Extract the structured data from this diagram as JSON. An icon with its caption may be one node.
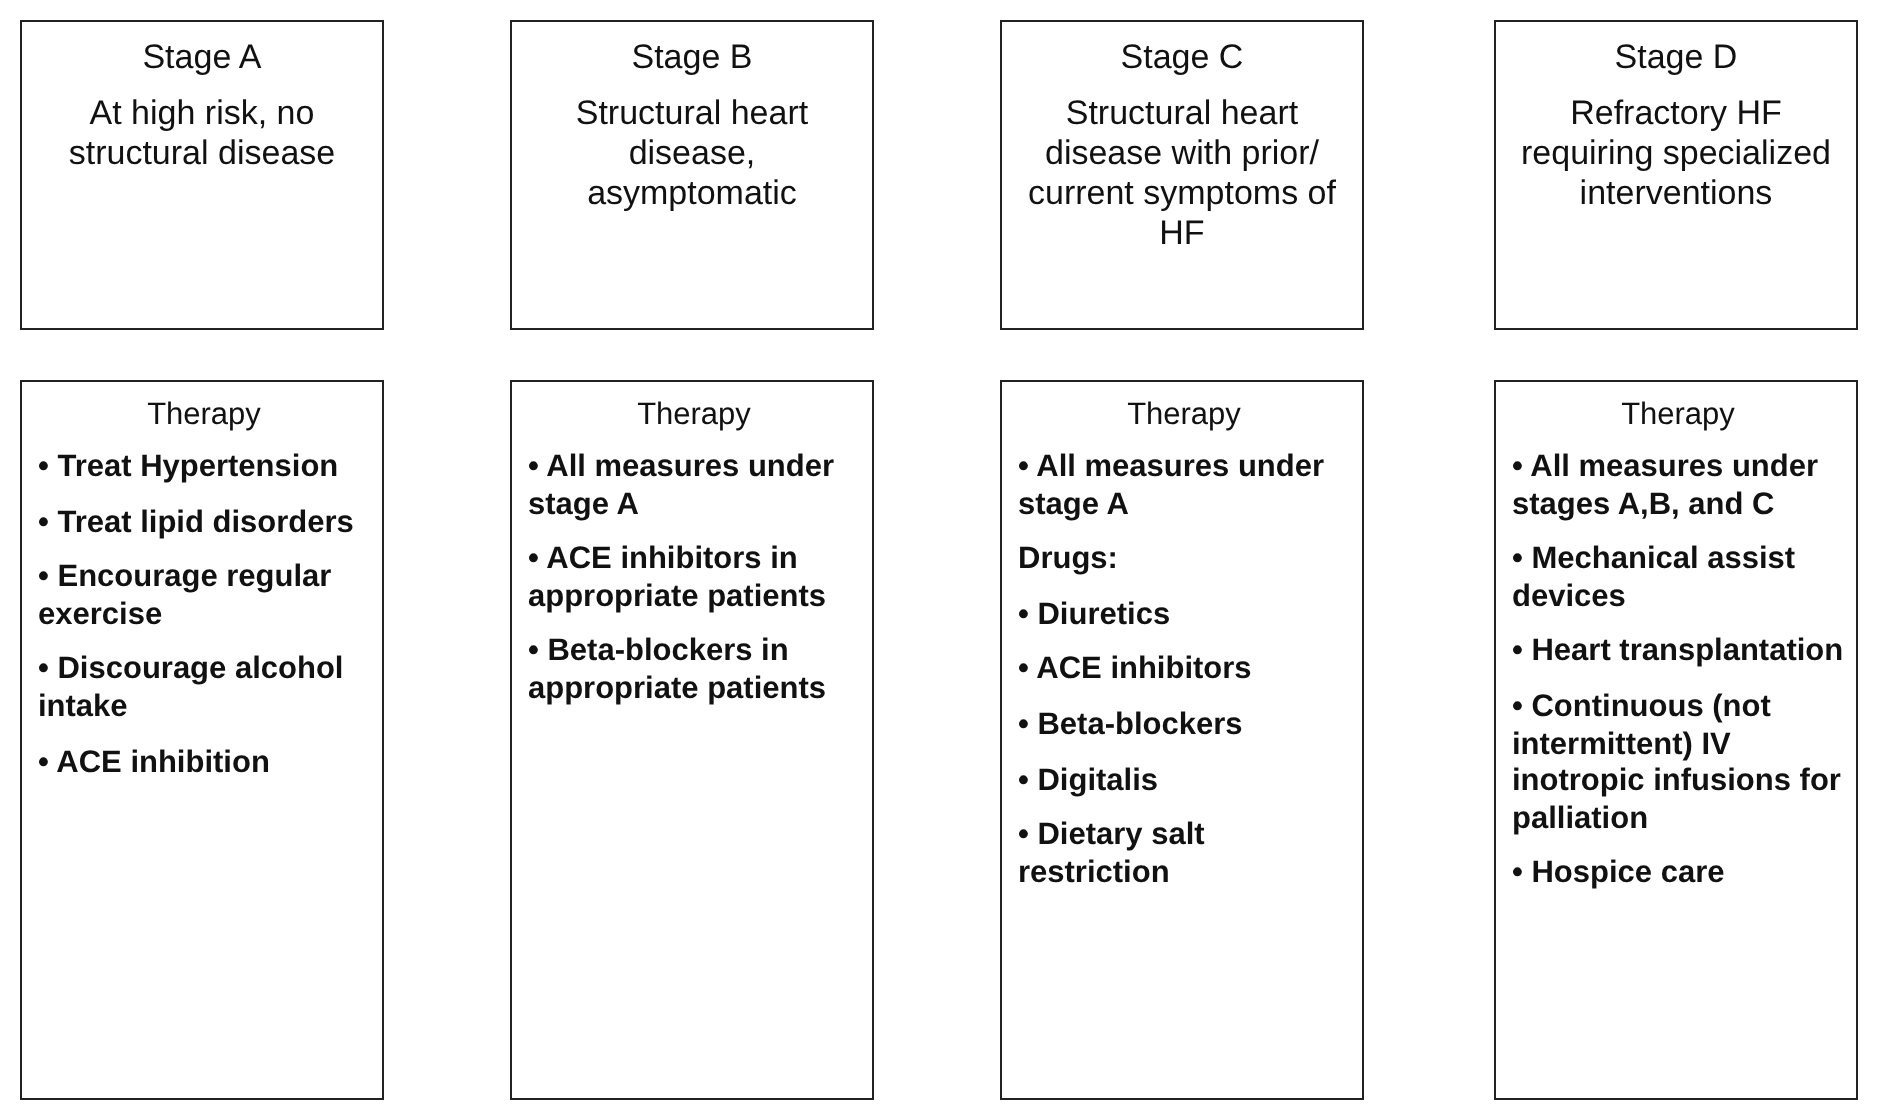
{
  "diagram": {
    "nodes": [
      {
        "text": [
          "Stage A",
          "At high risk, no structural disease"
        ]
      },
      {
        "text": [
          "Stage B",
          "Structural heart disease, asymptomatic"
        ]
      },
      {
        "text": [
          "Stage C",
          "Structural heart disease with prior/ current symptoms of HF"
        ]
      },
      {
        "text": [
          "Stage D",
          "Refractory HF requiring specialized interventions"
        ]
      },
      {
        "text": [
          "Therapy",
          "• Treat Hypertension",
          "• Treat lipid disorders",
          "• Encourage regular exercise",
          "• Discourage alcohol intake",
          "• ACE inhibition"
        ]
      },
      {
        "text": [
          "Therapy",
          "• All measures under stage A",
          "• ACE inhibitors in appropriate patients",
          "• Beta-blockers in appropriate patients"
        ]
      },
      {
        "text": [
          "Therapy",
          "• All measures under stage A",
          "Drugs:",
          "• Diuretics",
          "• ACE inhibitors",
          "• Beta-blockers",
          "• Digitalis",
          "• Dietary salt restriction"
        ]
      },
      {
        "text": [
          "Therapy",
          "• All measures under stages A,B, and C",
          "• Mechanical assist devices",
          "• Heart transplantation",
          "• Continuous (not intermittent) IV inotropic infusions for palliation",
          "• Hospice care"
        ]
      }
    ]
  }
}
